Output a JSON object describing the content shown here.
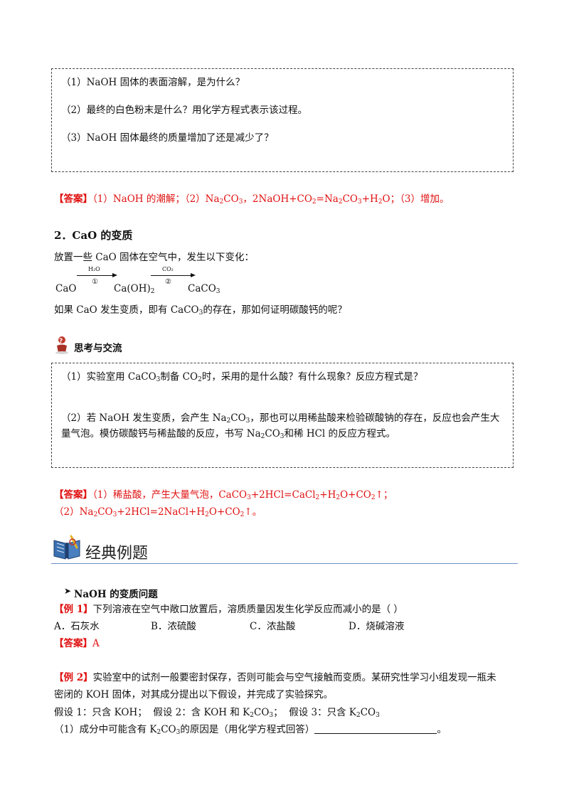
{
  "box1": {
    "q1": "（1）NaOH 固体的表面溶解，是为什么？",
    "q2": "（2）最终的白色粉末是什么？用化学方程式表示该过程。",
    "q3": "（3）NaOH 固体最终的质量增加了还是减少了？"
  },
  "answer1": {
    "tag": "【答案】",
    "p1": "（1）NaOH 的潮解；（2）Na",
    "p2": "CO",
    "p3": "，2NaOH+CO",
    "p4": "=Na",
    "p5": "CO",
    "p6": "+H",
    "p7": "O；（3）增加。"
  },
  "section2": {
    "title": "2．CaO 的变质",
    "intro": "放置一些 CaO 固体在空气中，发生以下变化：",
    "cao": "CaO",
    "caoh2_a": "Ca(OH)",
    "caco3_a": "CaCO",
    "arrow1_top": "H₂O",
    "arrow1_bottom": "①",
    "arrow2_top": "CO₂",
    "arrow2_bottom": "②",
    "question_a": "如果 CaO 发生变质，即有 CaCO",
    "question_b": "的存在，那如何证明碳酸钙的呢？"
  },
  "think": {
    "title": "思考与交流",
    "q1a": "（1）实验室用 CaCO",
    "q1b": "制备 CO",
    "q1c": "时，采用的是什么酸？有什么现象？反应方程式是？",
    "q2a": "（2）若 NaOH 发生变质，会产生 Na",
    "q2b": "CO",
    "q2c": "，那也可以用稀盐酸来检验碳酸钠的存在，反应也会产生大",
    "q2d": "量气泡。模仿碳酸钙与稀盐酸的反应，书写 Na",
    "q2e": "CO",
    "q2f": "和稀 HCl 的反应方程式。"
  },
  "answer2": {
    "tag": "【答案】",
    "l1a": "（1）稀盐酸，产生大量气泡，CaCO",
    "l1b": "+2HCl=CaCl",
    "l1c": "+H",
    "l1d": "O+CO",
    "l1e": "↑；",
    "l2a": "（2）Na",
    "l2b": "CO",
    "l2c": "+2HCl=2NaCl+H",
    "l2d": "O+CO",
    "l2e": "↑。"
  },
  "classic": {
    "title": "经典例题",
    "subtitle": "NaOH 的变质问题"
  },
  "ex1": {
    "tag": "【例 1】",
    "question": "下列溶液在空气中敞口放置后，溶质质量因发生化学反应而减小的是（      ）",
    "optA": "A．石灰水",
    "optB": "B．浓硫酸",
    "optC": "C．浓盐酸",
    "optD": "D．烧碱溶液",
    "ans_tag": "【答案】",
    "ans": "A"
  },
  "ex2": {
    "tag": "【例 2】",
    "l1": "实验室中的试剂一般要密封保存，否则可能会与空气接触而变质。某研究性学习小组发现一瓶未",
    "l2": "密闭的 KOH 固体，对其成分提出以下假设，并完成了实验探究。",
    "h1": "假设 1：只含 KOH；",
    "h2a": "假设 2：含 KOH 和 K",
    "h2b": "CO",
    "h3a": "假设 3：只含 K",
    "h3b": "CO",
    "q1a": "（1）成分中可能含有 K",
    "q1b": "CO",
    "q1c": "的原因是（用化学方程式回答）",
    "q1d": "。"
  },
  "subs": {
    "two": "2",
    "three": "3"
  },
  "colors": {
    "answer": "#e01010",
    "rule": "#6b8ec9"
  },
  "icons": [
    "question-person-icon",
    "book-icon",
    "triangle-bullet-icon"
  ]
}
